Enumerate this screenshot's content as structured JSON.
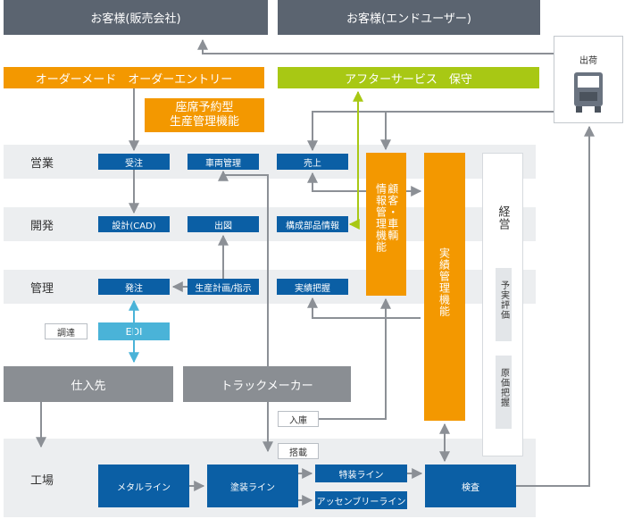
{
  "customers": {
    "sales_company": "お客様(販売会社)",
    "end_user": "お客様(エンドユーザー)"
  },
  "banners": {
    "order_made": "オーダーメード　オーダーエントリー",
    "after_service": "アフターサービス　保守",
    "seat_reservation": [
      "座席予約型",
      "生産管理機能"
    ]
  },
  "shipping": {
    "label": "出荷",
    "icon": "truck-icon"
  },
  "departments": {
    "sales": "営業",
    "development": "開発",
    "management": "管理",
    "factory": "工場"
  },
  "boxes": {
    "order_receipt": "受注",
    "vehicle_management": "車両管理",
    "sales_entry": "売上",
    "design_cad": "設計(CAD)",
    "drawing_release": "出図",
    "component_info": "構成部品情報",
    "purchase_order": "発注",
    "production_plan": "生産計画/指示",
    "results_tracking": "実績把握",
    "edi": "EDI",
    "procurement": "調達"
  },
  "functions": {
    "customer_vehicle": {
      "col1": "情報管理機能",
      "col2": "顧客・車輌"
    },
    "results_management": "実績管理機能",
    "management_label": "経営",
    "budget_evaluation": "予実評価",
    "cost_tracking": "原価把握"
  },
  "partners": {
    "supplier": "仕入先",
    "truck_maker": "トラックメーカー"
  },
  "tags": {
    "receiving": "入庫",
    "mounting": "搭載"
  },
  "lines": {
    "metal_line": "メタルライン",
    "painting_line": "塗装ライン",
    "special_line": "特装ライン",
    "assembly_line": "アッセンブリーライン",
    "inspection": "検査"
  },
  "colors": {
    "dark": "#5b6470",
    "orange": "#f39800",
    "green": "#a8c814",
    "blue": "#0b5fa5",
    "grey_box": "#8a8e93",
    "teal": "#4ab3d8",
    "band": "#eceef0",
    "arrow": "#8c9096",
    "green_arrow": "#a8c814"
  }
}
